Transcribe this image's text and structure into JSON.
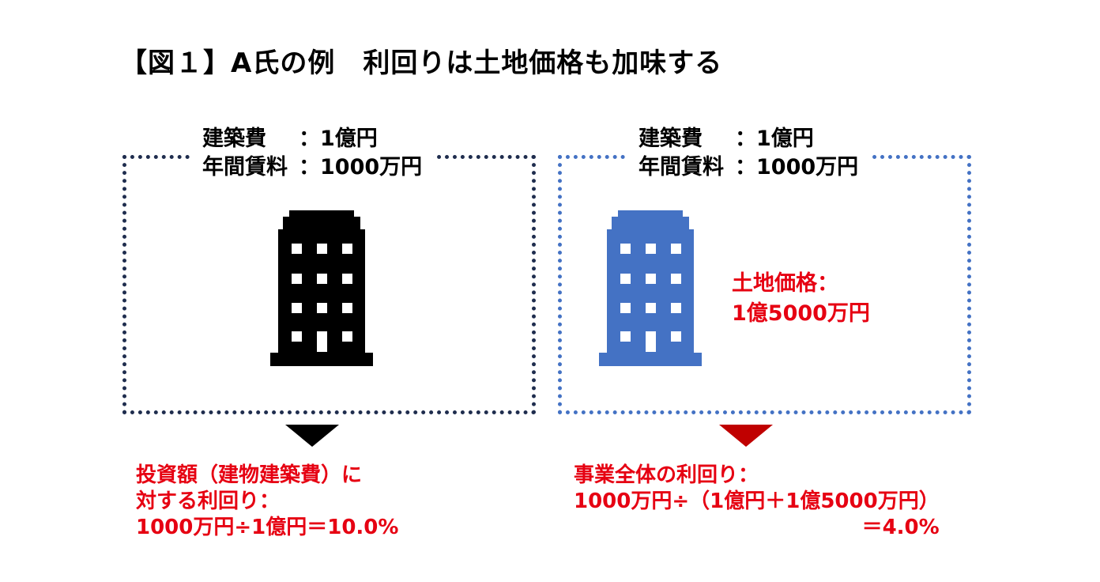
{
  "title": "【図１】A氏の例　利回りは土地価格も加味する",
  "left_box": {
    "cost_label": "建築費",
    "cost_value": "：1億円",
    "rent_label": "年間賃料",
    "rent_value": "：1000万円",
    "border_color": "#1f2d4e",
    "building_color": "#000000"
  },
  "right_box": {
    "cost_label": "建築費",
    "cost_value": "：1億円",
    "rent_label": "年間賃料",
    "rent_value": "：1000万円",
    "border_color": "#4472c4",
    "building_color": "#4472c4",
    "land_price_label": "土地価格：",
    "land_price_value": "1億5000万円"
  },
  "left_result": {
    "line1": "投資額（建物建築費）に",
    "line2": "対する利回り：",
    "line3": "1000万円÷1億円＝10.0%"
  },
  "right_result": {
    "line1": "事業全体の利回り：",
    "line2": "1000万円÷（1億円＋1億5000万円）",
    "line3": "＝4.0%"
  },
  "colors": {
    "accent_red": "#e60012",
    "arrow_left": "#000000",
    "arrow_right": "#c00000"
  },
  "icons": {
    "left_building": "office-building-icon",
    "right_building": "office-building-icon"
  }
}
